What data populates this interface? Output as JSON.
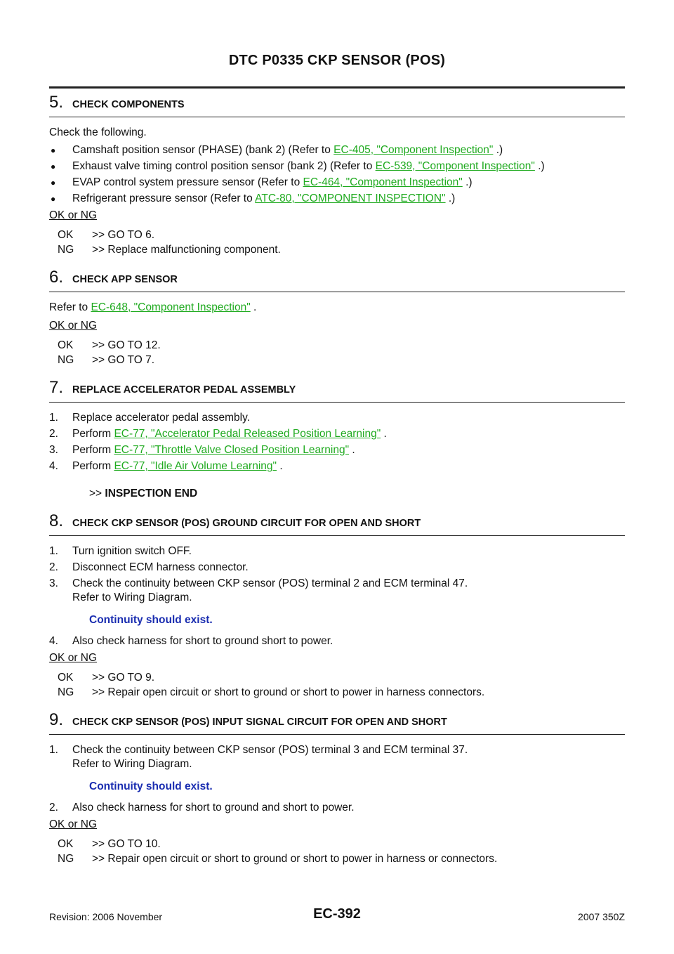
{
  "header": {
    "title": "DTC P0335 CKP SENSOR (POS)"
  },
  "steps": [
    {
      "num": "5.",
      "title": "CHECK COMPONENTS",
      "intro": "Check the following.",
      "bullets": [
        {
          "text": "Camshaft position sensor (PHASE) (bank 2) (Refer to ",
          "link": "EC-405, \"Component Inspection\"",
          "after": " .)"
        },
        {
          "text": "Exhaust valve timing control position sensor (bank 2) (Refer to ",
          "link": "EC-539, \"Component Inspection\"",
          "after": " .)"
        },
        {
          "text": "EVAP control system pressure sensor (Refer to ",
          "link": "EC-464, \"Component Inspection\"",
          "after": " .)"
        },
        {
          "text": "Refrigerant pressure sensor (Refer to ",
          "link": "ATC-80, \"COMPONENT INSPECTION\"",
          "after": " .)"
        }
      ],
      "oklabel": "OK or NG",
      "results": [
        {
          "k": "OK",
          "v": ">> GO TO 6."
        },
        {
          "k": "NG",
          "v": ">> Replace malfunctioning component."
        }
      ]
    },
    {
      "num": "6.",
      "title": "CHECK APP SENSOR",
      "ref_text": "Refer to ",
      "ref_link": "EC-648, \"Component Inspection\"",
      "ref_after": " .",
      "oklabel": "OK or NG",
      "results": [
        {
          "k": "OK",
          "v": ">> GO TO 12."
        },
        {
          "k": "NG",
          "v": ">> GO TO 7."
        }
      ]
    },
    {
      "num": "7.",
      "title": "REPLACE ACCELERATOR PEDAL ASSEMBLY",
      "items": [
        {
          "n": "1.",
          "text": "Replace accelerator pedal assembly.",
          "link": "",
          "after": ""
        },
        {
          "n": "2.",
          "text": "Perform ",
          "link": "EC-77, \"Accelerator Pedal Released Position Learning\"",
          "after": " ."
        },
        {
          "n": "3.",
          "text": "Perform ",
          "link": "EC-77, \"Throttle Valve Closed Position Learning\"",
          "after": " ."
        },
        {
          "n": "4.",
          "text": "Perform ",
          "link": "EC-77, \"Idle Air Volume Learning\"",
          "after": " ."
        }
      ],
      "end_prefix": ">>",
      "end_text": "INSPECTION END"
    },
    {
      "num": "8.",
      "title": "CHECK CKP SENSOR (POS) GROUND CIRCUIT FOR OPEN AND SHORT",
      "items": [
        {
          "n": "1.",
          "text": "Turn ignition switch OFF."
        },
        {
          "n": "2.",
          "text": "Disconnect ECM harness connector."
        },
        {
          "n": "3.",
          "text": "Check the continuity between CKP sensor (POS) terminal 2 and ECM terminal 47.",
          "sub": "Refer to Wiring Diagram."
        }
      ],
      "spec": "Continuity should exist.",
      "item4": {
        "n": "4.",
        "text": "Also check harness for short to ground short to power."
      },
      "oklabel": "OK or NG",
      "results": [
        {
          "k": "OK",
          "v": ">> GO TO 9."
        },
        {
          "k": "NG",
          "v": ">> Repair open circuit or short to ground or short to power in harness connectors."
        }
      ]
    },
    {
      "num": "9.",
      "title": "CHECK CKP SENSOR (POS) INPUT SIGNAL CIRCUIT FOR OPEN AND SHORT",
      "item1": {
        "n": "1.",
        "text": "Check the continuity between CKP sensor (POS) terminal 3 and ECM terminal 37.",
        "sub": "Refer to Wiring Diagram."
      },
      "spec": "Continuity should exist.",
      "item2": {
        "n": "2.",
        "text": "Also check harness for short to ground and short to power."
      },
      "oklabel": "OK or NG",
      "results": [
        {
          "k": "OK",
          "v": ">> GO TO 10."
        },
        {
          "k": "NG",
          "v": ">> Repair open circuit or short to ground or short to power in harness or connectors."
        }
      ]
    }
  ],
  "footer": {
    "revision": "Revision: 2006 November",
    "page": "EC-392",
    "model": "2007 350Z"
  }
}
